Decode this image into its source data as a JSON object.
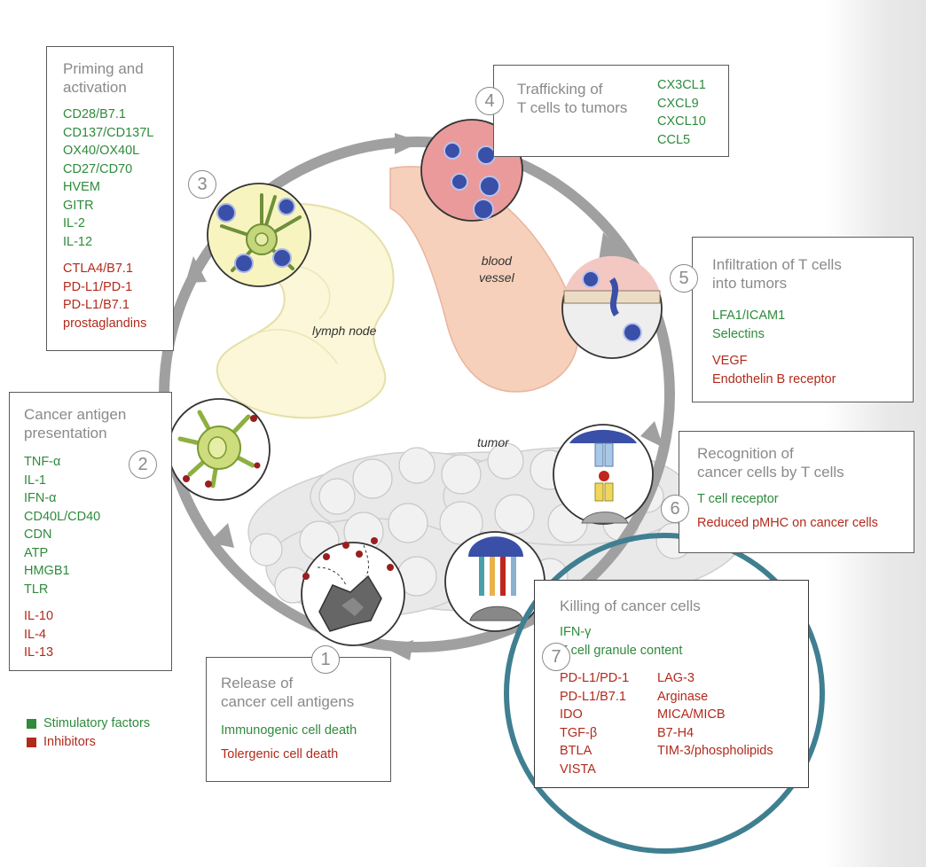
{
  "colors": {
    "stimulatory": "#2e8b3c",
    "inhibitor": "#b22a1c",
    "highlight_ring": "#3f7f91",
    "arrow": "#9b9b9b"
  },
  "steps": {
    "s1": {
      "number": "1",
      "title": "Release of\ncancer cell antigens",
      "stimulatory": [
        "Immunogenic cell death"
      ],
      "inhibitors": [
        "Tolergenic cell death"
      ]
    },
    "s2": {
      "number": "2",
      "title": "Cancer antigen\npresentation",
      "stimulatory": [
        "TNF-α",
        "IL-1",
        "IFN-α",
        "CD40L/CD40",
        "CDN",
        "ATP",
        "HMGB1",
        "TLR"
      ],
      "inhibitors": [
        "IL-10",
        "IL-4",
        "IL-13"
      ]
    },
    "s3": {
      "number": "3",
      "title": "Priming and\nactivation",
      "stimulatory": [
        "CD28/B7.1",
        "CD137/CD137L",
        "OX40/OX40L",
        "CD27/CD70",
        "HVEM",
        "GITR",
        "IL-2",
        "IL-12"
      ],
      "inhibitors": [
        "CTLA4/B7.1",
        "PD-L1/PD-1",
        "PD-L1/B7.1",
        "prostaglandins"
      ]
    },
    "s4": {
      "number": "4",
      "title": "Trafficking of\nT cells to tumors",
      "stimulatory": [
        "CX3CL1",
        "CXCL9",
        "CXCL10",
        "CCL5"
      ]
    },
    "s5": {
      "number": "5",
      "title": "Infiltration of T cells\ninto tumors",
      "stimulatory": [
        "LFA1/ICAM1",
        "Selectins"
      ],
      "inhibitors": [
        "VEGF",
        "Endothelin B receptor"
      ]
    },
    "s6": {
      "number": "6",
      "title": "Recognition of\ncancer cells by T cells",
      "stimulatory": [
        "T cell receptor"
      ],
      "inhibitors": [
        "Reduced pMHC on cancer cells"
      ]
    },
    "s7": {
      "number": "7",
      "title": "Killing of cancer cells",
      "stimulatory": [
        "IFN-γ",
        "T cell granule content"
      ],
      "inhibitors_col1": [
        "PD-L1/PD-1",
        "PD-L1/B7.1",
        "IDO",
        "TGF-β",
        "BTLA",
        "VISTA"
      ],
      "inhibitors_col2": [
        "LAG-3",
        "Arginase",
        "MICA/MICB",
        "B7-H4",
        "TIM-3/phospholipids"
      ]
    }
  },
  "labels": {
    "blood_vessel": "blood\nvessel",
    "lymph_node": "lymph node",
    "tumor": "tumor"
  },
  "legend": {
    "stimulatory": "Stimulatory factors",
    "inhibitors": "Inhibitors"
  }
}
